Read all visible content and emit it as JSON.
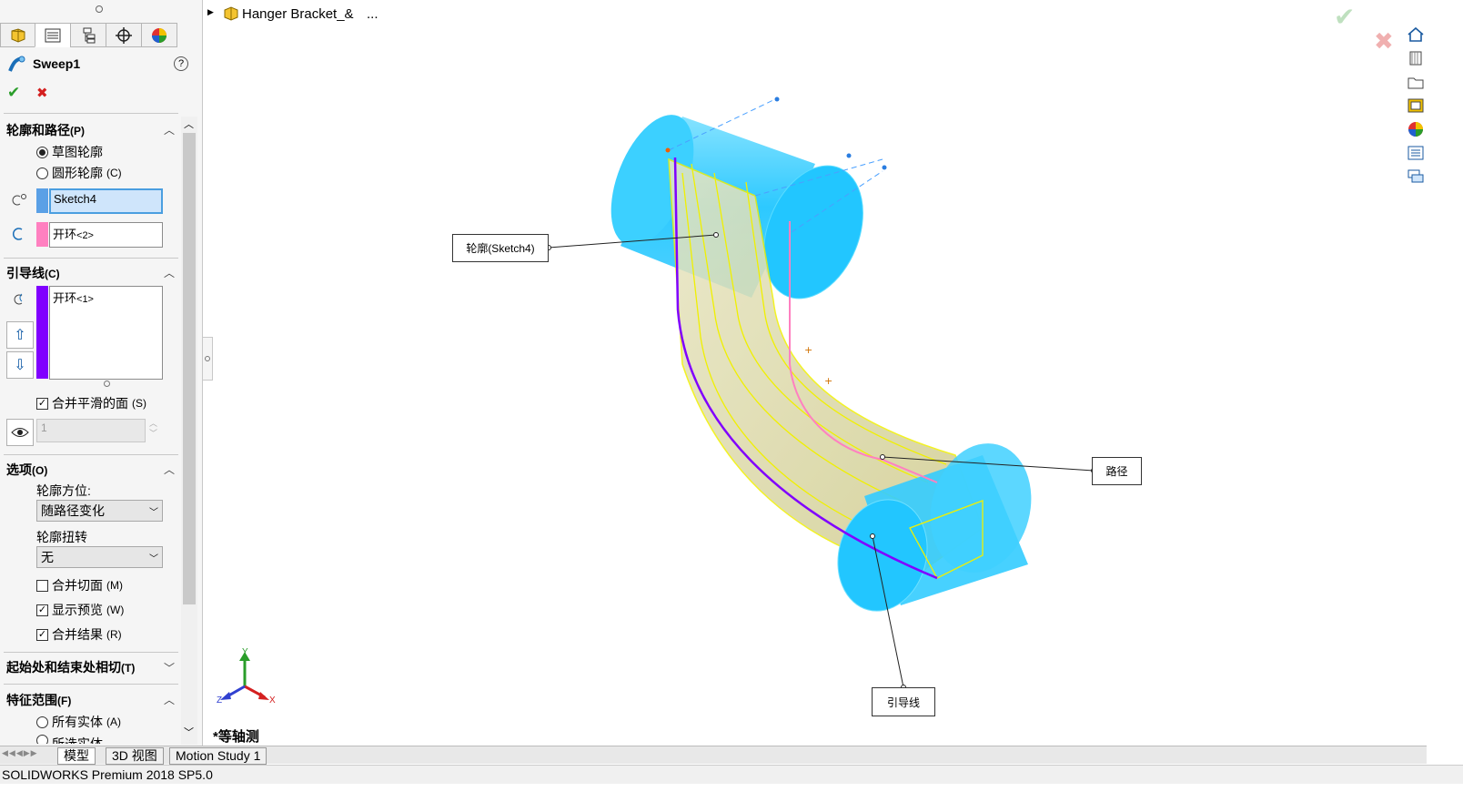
{
  "tree_header": {
    "part_name": "Hanger Bracket_&",
    "ellipsis": "..."
  },
  "property_manager": {
    "feature_name": "Sweep1",
    "help_label": "?",
    "ok_glyph": "✔",
    "cancel_glyph": "✖",
    "profile_path": {
      "header": "轮廓和路径",
      "header_key": "(P)",
      "opt_sketch_profile": "草图轮廓",
      "opt_circular_profile": "圆形轮廓",
      "opt_circular_key": "(C)",
      "profile_value": "Sketch4",
      "path_value": "开环",
      "path_suffix": "<2>",
      "profile_color": "#5aa0e6",
      "path_color": "#ff80c0"
    },
    "guide_curves": {
      "header": "引导线",
      "header_key": "(C)",
      "item_value": "开环",
      "item_suffix": "<1>",
      "guide_color": "#8000ff",
      "merge_smooth": "合并平滑的面",
      "merge_smooth_key": "(S)",
      "spinner_value": "1"
    },
    "options": {
      "header": "选项",
      "header_key": "(O)",
      "orientation_label": "轮廓方位:",
      "orientation_value": "随路径变化",
      "twist_label": "轮廓扭转",
      "twist_value": "无",
      "merge_tangent": "合并切面",
      "merge_tangent_key": "(M)",
      "show_preview": "显示预览",
      "show_preview_key": "(W)",
      "merge_result": "合并结果",
      "merge_result_key": "(R)"
    },
    "tangency": {
      "header": "起始处和结束处相切",
      "header_key": "(T)"
    },
    "feature_scope": {
      "header": "特征范围",
      "header_key": "(F)",
      "all_bodies": "所有实体",
      "all_bodies_key": "(A)",
      "selected_bodies": "所选实体"
    }
  },
  "callouts": {
    "profile": "轮廓(Sketch4)",
    "path": "路径",
    "guide": "引导线"
  },
  "triad": {
    "x": "X",
    "y": "Y",
    "z": "Z"
  },
  "view_label": "*等轴测",
  "bottom_tabs": [
    "模型",
    "3D 视图",
    "Motion Study 1"
  ],
  "status_bar": "SOLIDWORKS Premium 2018 SP5.0",
  "colors": {
    "body_blue": "#33ccff",
    "sweep_yellow": "#f0f000",
    "sweep_fill": "#ddd9a8",
    "accent_green": "#2a9d2a",
    "accent_red": "#d42020"
  }
}
